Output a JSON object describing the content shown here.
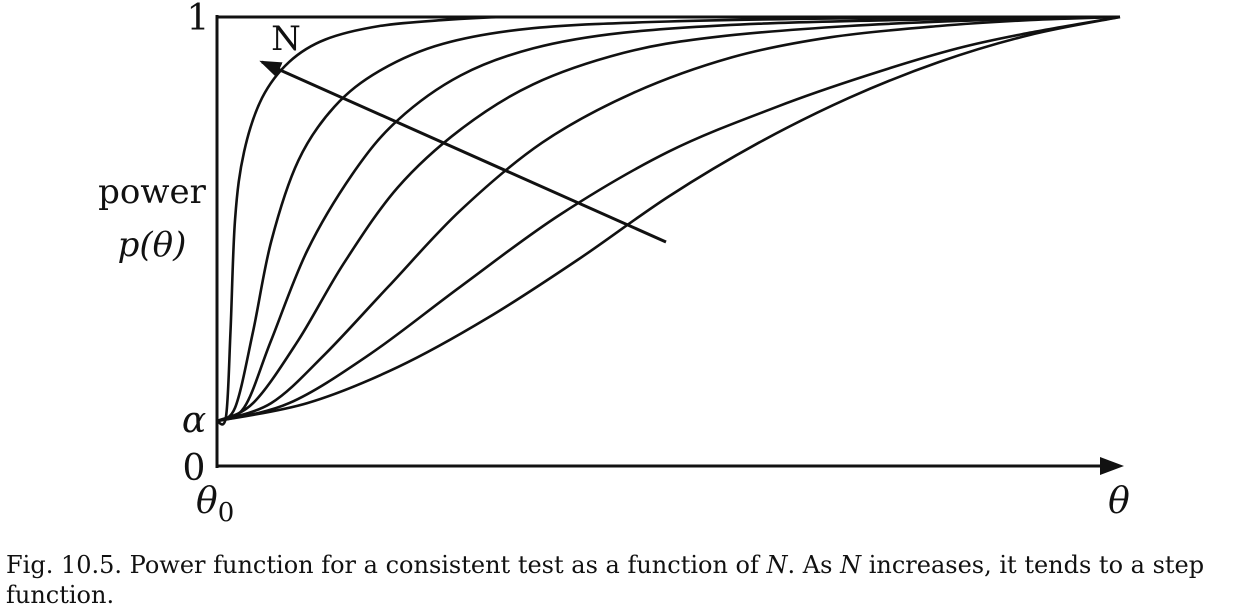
{
  "chart_data": {
    "type": "line",
    "title": "",
    "xlabel": "θ",
    "ylabel_line1": "power",
    "ylabel_line2": "p(θ)",
    "x_tick_labels": [
      "θ0"
    ],
    "x_start_label": "θ",
    "x_start_subscript": "0",
    "y_tick_labels": [
      "1",
      "α",
      "0"
    ],
    "alpha_level": 0.1,
    "ylim": [
      0,
      1
    ],
    "xlim": [
      0,
      1
    ],
    "trend_label": "N",
    "series": [
      {
        "x": [
          0,
          0.01,
          0.015,
          0.02,
          0.03,
          0.05,
          0.08,
          0.12,
          0.18,
          0.25,
          0.32,
          0.4,
          0.6,
          1.0
        ],
        "y": [
          0.1,
          0.11,
          0.3,
          0.55,
          0.7,
          0.82,
          0.9,
          0.95,
          0.98,
          0.993,
          1.0,
          1.0,
          1.0,
          1.0
        ]
      },
      {
        "x": [
          0,
          0.02,
          0.04,
          0.06,
          0.09,
          0.13,
          0.18,
          0.25,
          0.35,
          0.5,
          0.7,
          1.0
        ],
        "y": [
          0.1,
          0.13,
          0.3,
          0.5,
          0.68,
          0.8,
          0.88,
          0.94,
          0.975,
          0.99,
          0.997,
          1.0
        ]
      },
      {
        "x": [
          0,
          0.03,
          0.06,
          0.1,
          0.15,
          0.2,
          0.27,
          0.35,
          0.45,
          0.6,
          0.8,
          1.0
        ],
        "y": [
          0.1,
          0.13,
          0.28,
          0.48,
          0.65,
          0.77,
          0.87,
          0.93,
          0.965,
          0.985,
          0.995,
          1.0
        ]
      },
      {
        "x": [
          0,
          0.04,
          0.09,
          0.14,
          0.2,
          0.27,
          0.35,
          0.45,
          0.55,
          0.7,
          0.85,
          1.0
        ],
        "y": [
          0.1,
          0.14,
          0.28,
          0.45,
          0.62,
          0.75,
          0.85,
          0.92,
          0.955,
          0.98,
          0.993,
          1.0
        ]
      },
      {
        "x": [
          0,
          0.06,
          0.12,
          0.19,
          0.27,
          0.36,
          0.46,
          0.57,
          0.68,
          0.8,
          0.9,
          1.0
        ],
        "y": [
          0.1,
          0.14,
          0.25,
          0.4,
          0.57,
          0.72,
          0.83,
          0.91,
          0.955,
          0.98,
          0.993,
          1.0
        ]
      },
      {
        "x": [
          0,
          0.08,
          0.17,
          0.27,
          0.38,
          0.5,
          0.62,
          0.72,
          0.82,
          0.9,
          1.0
        ],
        "y": [
          0.1,
          0.14,
          0.25,
          0.4,
          0.56,
          0.7,
          0.8,
          0.87,
          0.93,
          0.965,
          1.0
        ]
      },
      {
        "x": [
          0,
          0.1,
          0.2,
          0.3,
          0.4,
          0.5,
          0.6,
          0.7,
          0.8,
          0.9,
          1.0
        ],
        "y": [
          0.1,
          0.14,
          0.22,
          0.33,
          0.46,
          0.6,
          0.72,
          0.82,
          0.9,
          0.96,
          1.0
        ]
      }
    ]
  },
  "caption": {
    "label": "Fig. 10.5.",
    "text_before_n1": "Power function for a consistent test as a function of",
    "n_symbol": "N",
    "text_between": ". As",
    "text_after_n2": "increases, it tends to a step function."
  }
}
